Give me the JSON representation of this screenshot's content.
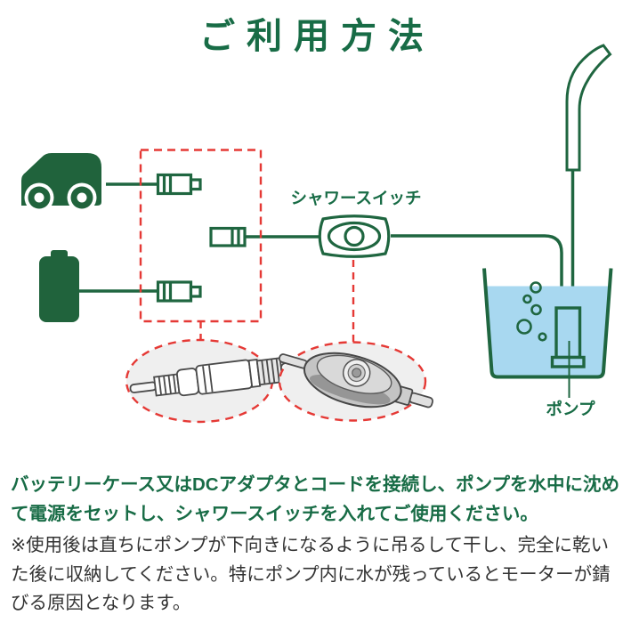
{
  "page": {
    "title": "ご利用方法"
  },
  "colors": {
    "green_line": "#1F6640",
    "green_text": "#186C46",
    "black_text": "#333333",
    "water_blue": "#A8D8F0",
    "red_dashed": "#E53935",
    "closeup_bg": "#EFEFEF"
  },
  "diagram": {
    "switch_label": "シャワースイッチ",
    "pump_label": "ポンプ",
    "icons": {
      "car": "car-icon",
      "battery": "battery-icon",
      "dc_plug_top": "dc-plug-icon",
      "dc_plug_middle": "dc-plug-icon",
      "dc_plug_bottom": "dc-plug-icon",
      "shower_switch": "shower-switch-icon",
      "shower_head": "shower-head-icon",
      "water_container": "water-container-icon",
      "pump": "pump-icon",
      "connector_closeup": "connector-closeup-illustration",
      "switch_closeup": "switch-closeup-illustration"
    }
  },
  "instructions": {
    "green_note_lines": [
      "バッテリーケース又はDCアダプタとコードを接続し、ポンプを水中に沈め",
      "て電源をセットし、シャワースイッチを入れてご使用ください。"
    ],
    "caution_lines": [
      "※使用後は直ちにポンプが下向きになるように吊るして干し、完全に乾い",
      "た後に収納してください。特にポンプ内に水が残っているとモーターが錆",
      "びる原因となります。"
    ]
  }
}
